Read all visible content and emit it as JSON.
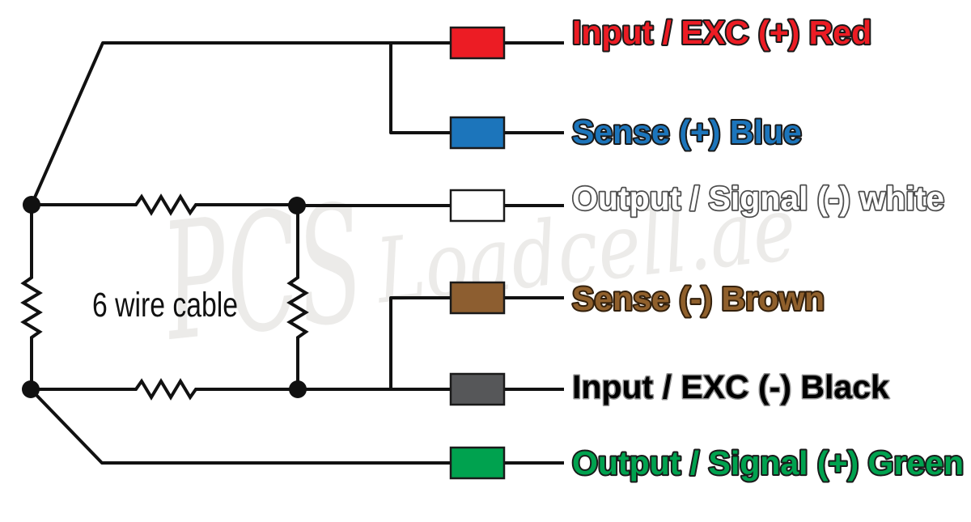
{
  "watermark": {
    "prefix": "PCS",
    "suffix": "Loadcell.ae"
  },
  "cable_label": "6 wire cable",
  "wires": [
    {
      "id": "input-exc-positive",
      "label": "Input / EXC (+) Red",
      "color": "#ec1c24",
      "text_color": "#ec1c24"
    },
    {
      "id": "sense-positive",
      "label": "Sense (+) Blue",
      "color": "#1c75bb",
      "text_color": "#1c75bb"
    },
    {
      "id": "output-signal-negative",
      "label": "Output / Signal (-) white",
      "color": "#ffffff",
      "text_color": "#ffffff"
    },
    {
      "id": "sense-negative",
      "label": "Sense (-) Brown",
      "color": "#8d5e30",
      "text_color": "#90602c"
    },
    {
      "id": "input-exc-negative",
      "label": "Input / EXC (-) Black",
      "color": "#565759",
      "text_color": "#000000"
    },
    {
      "id": "output-signal-positive",
      "label": "Output / Signal (+) Green",
      "color": "#00a24f",
      "text_color": "#00a24f"
    }
  ]
}
